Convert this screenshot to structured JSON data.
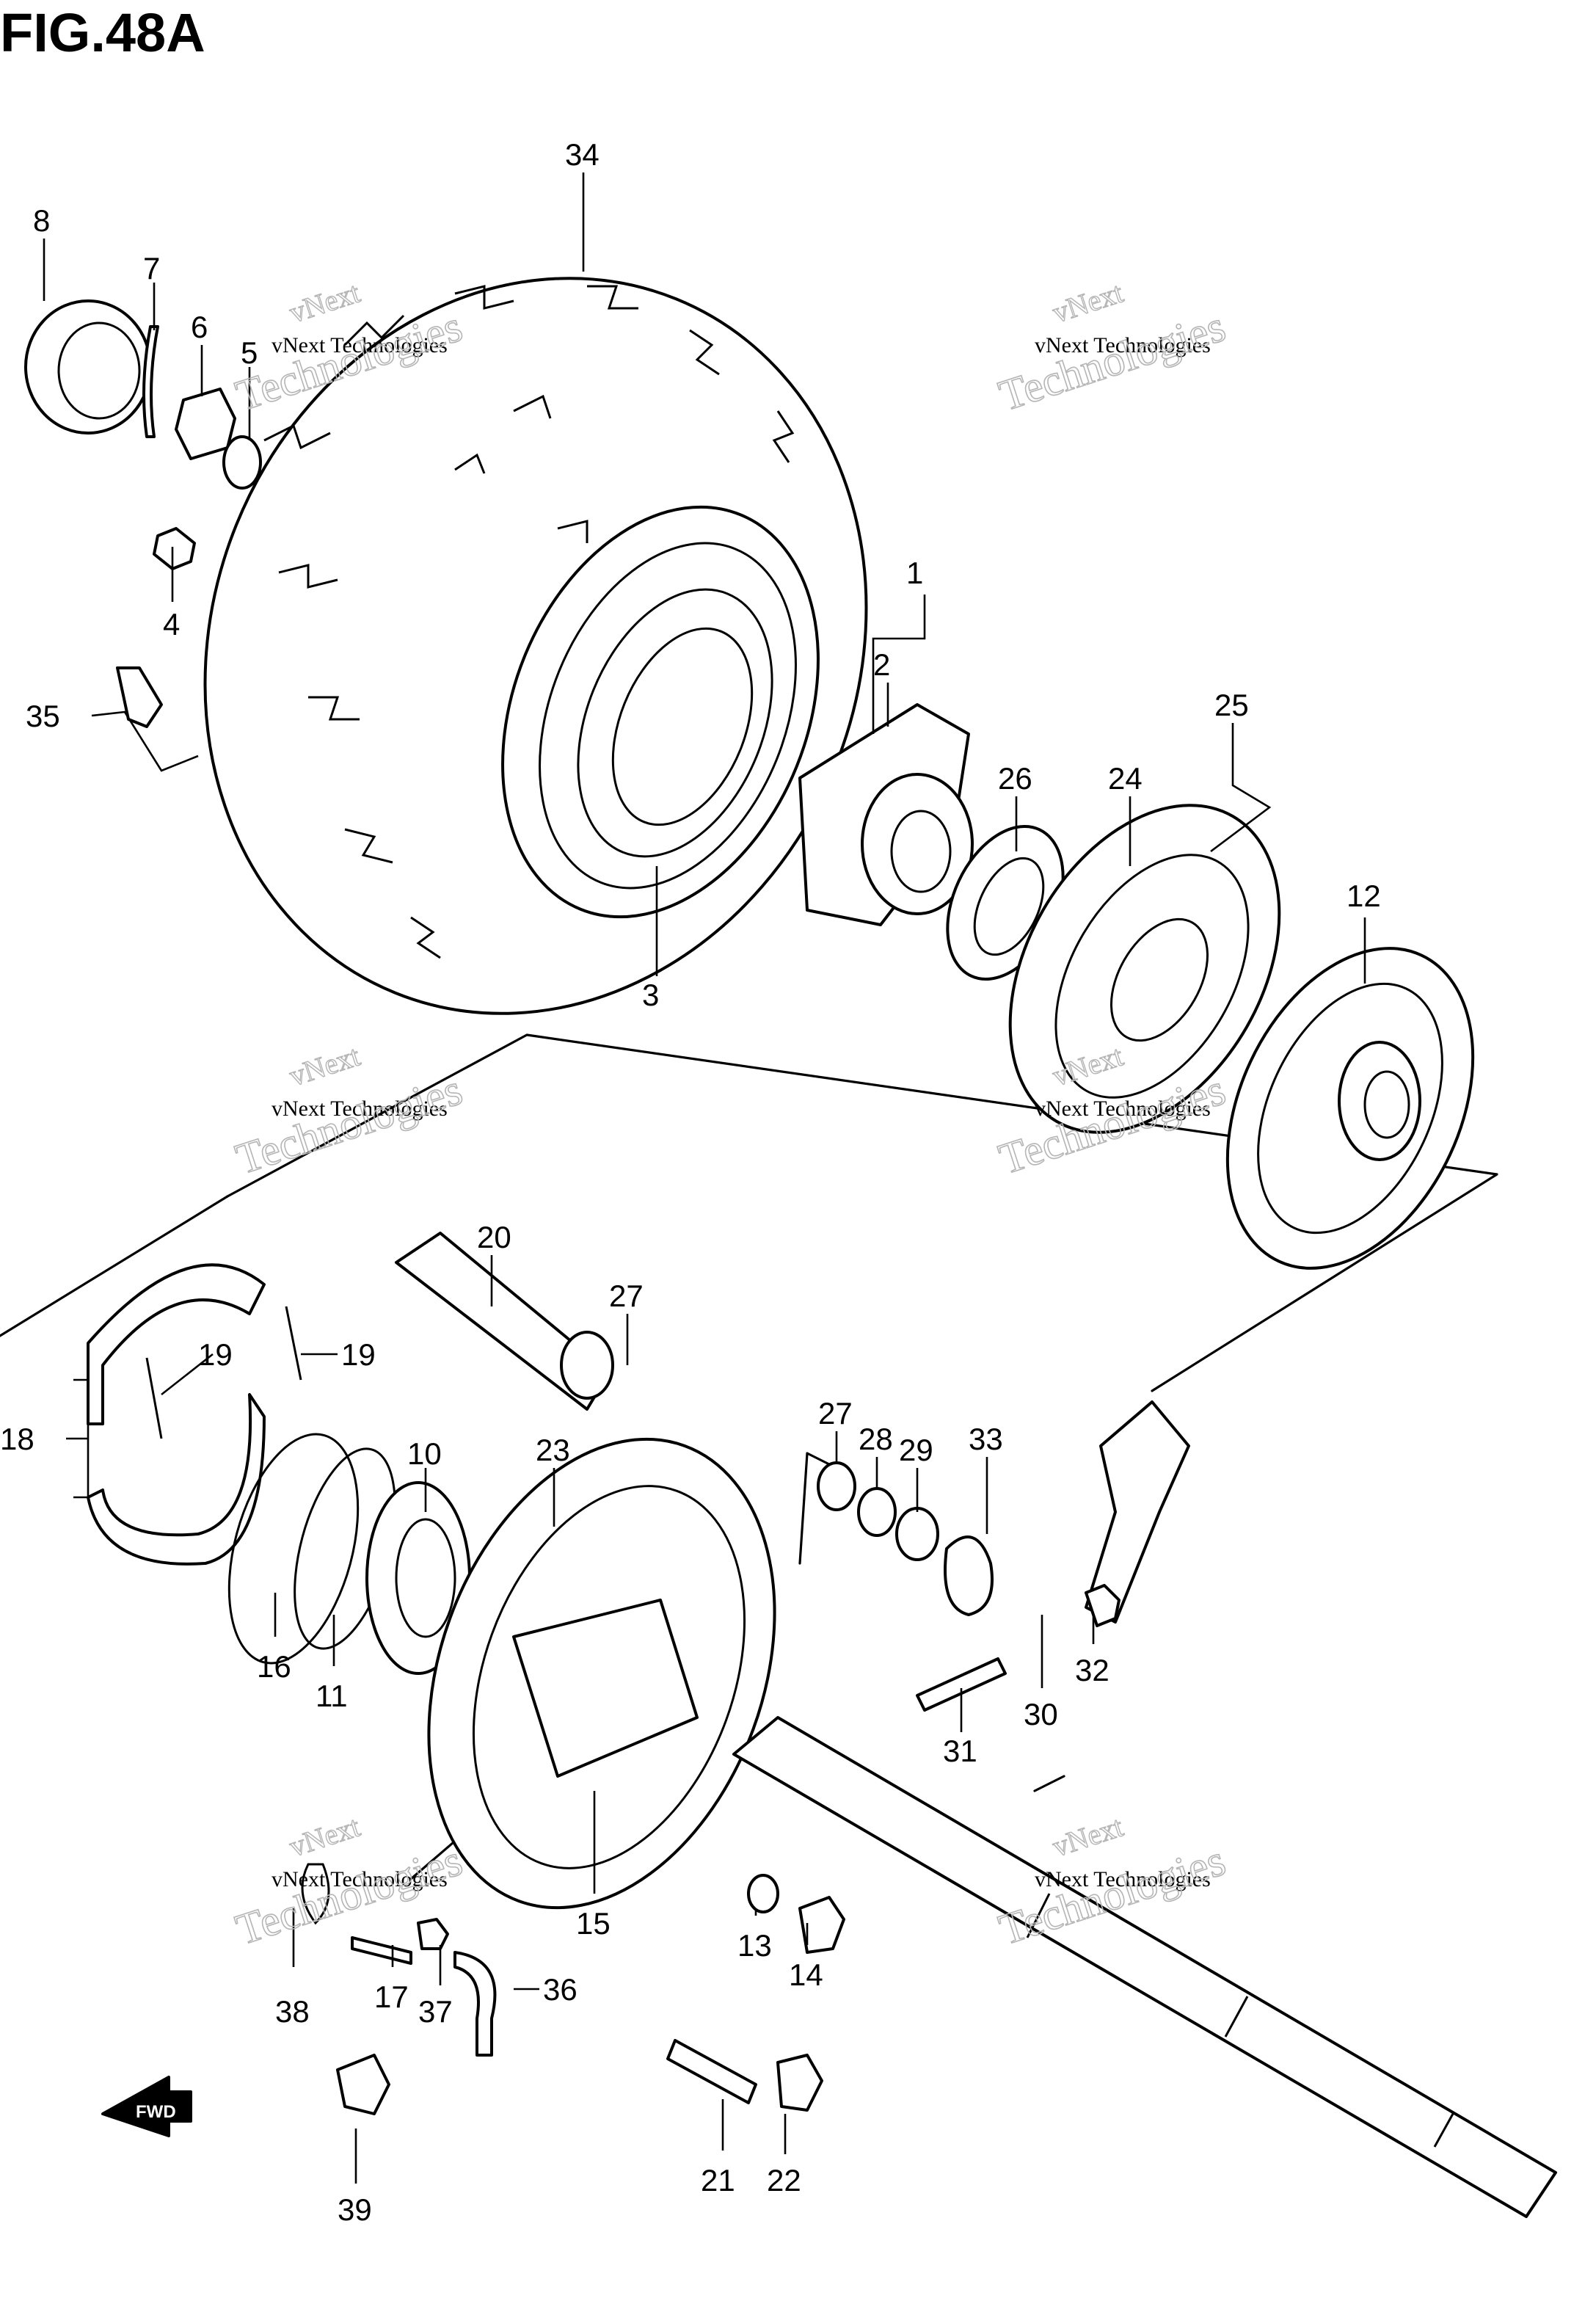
{
  "figure": {
    "title": "FIG.48A"
  },
  "watermark": {
    "line1": "vNext Technologies",
    "line2": "vNext",
    "line3": "Technologies"
  },
  "fwd_label": "FWD",
  "callouts": [
    {
      "id": "1",
      "label": "1"
    },
    {
      "id": "2",
      "label": "2"
    },
    {
      "id": "3",
      "label": "3"
    },
    {
      "id": "4",
      "label": "4"
    },
    {
      "id": "5",
      "label": "5"
    },
    {
      "id": "6",
      "label": "6"
    },
    {
      "id": "7",
      "label": "7"
    },
    {
      "id": "8",
      "label": "8"
    },
    {
      "id": "10",
      "label": "10"
    },
    {
      "id": "11",
      "label": "11"
    },
    {
      "id": "12",
      "label": "12"
    },
    {
      "id": "13",
      "label": "13"
    },
    {
      "id": "14",
      "label": "14"
    },
    {
      "id": "15",
      "label": "15"
    },
    {
      "id": "16",
      "label": "16"
    },
    {
      "id": "17",
      "label": "17"
    },
    {
      "id": "18",
      "label": "18"
    },
    {
      "id": "19a",
      "label": "19"
    },
    {
      "id": "19b",
      "label": "19"
    },
    {
      "id": "20",
      "label": "20"
    },
    {
      "id": "21",
      "label": "21"
    },
    {
      "id": "22",
      "label": "22"
    },
    {
      "id": "23",
      "label": "23"
    },
    {
      "id": "24",
      "label": "24"
    },
    {
      "id": "25",
      "label": "25"
    },
    {
      "id": "26",
      "label": "26"
    },
    {
      "id": "27a",
      "label": "27"
    },
    {
      "id": "27b",
      "label": "27"
    },
    {
      "id": "28",
      "label": "28"
    },
    {
      "id": "29",
      "label": "29"
    },
    {
      "id": "30",
      "label": "30"
    },
    {
      "id": "31",
      "label": "31"
    },
    {
      "id": "32",
      "label": "32"
    },
    {
      "id": "33",
      "label": "33"
    },
    {
      "id": "34",
      "label": "34"
    },
    {
      "id": "35",
      "label": "35"
    },
    {
      "id": "36",
      "label": "36"
    },
    {
      "id": "37",
      "label": "37"
    },
    {
      "id": "38",
      "label": "38"
    },
    {
      "id": "39",
      "label": "39"
    }
  ]
}
